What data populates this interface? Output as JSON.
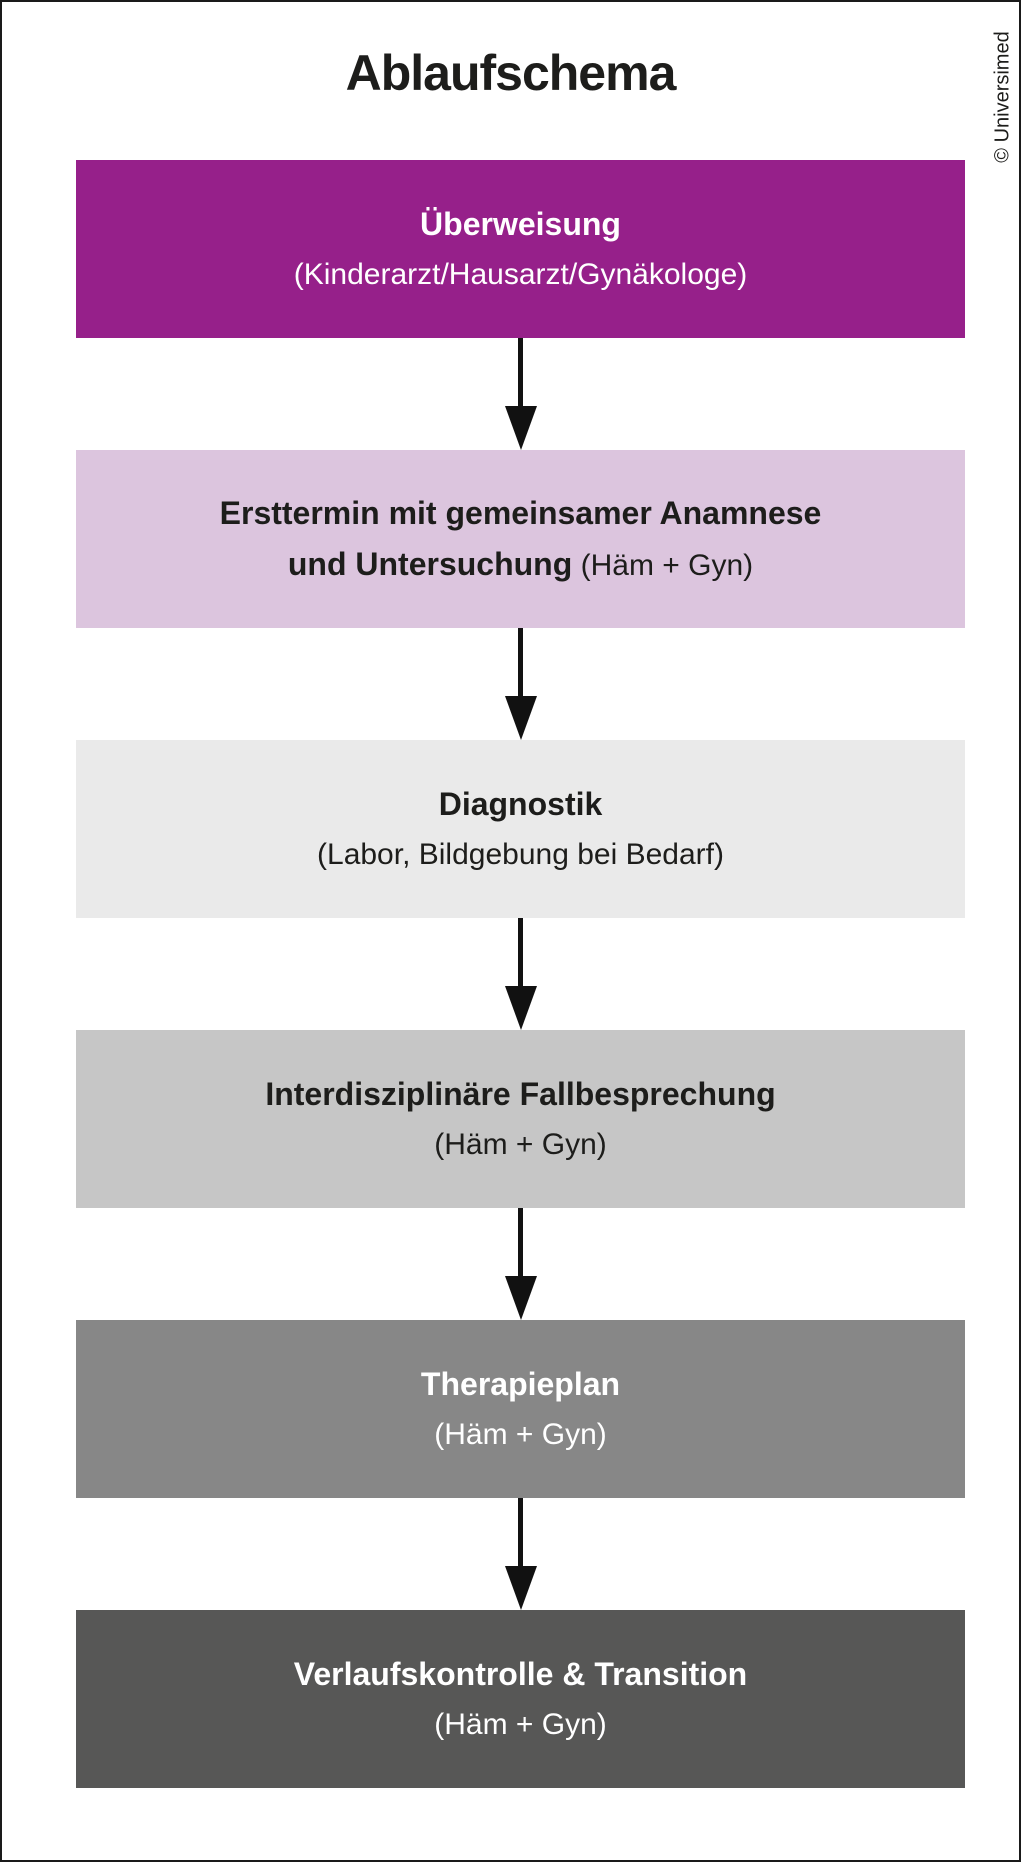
{
  "title": "Ablaufschema",
  "credit": "© Universimed",
  "colors": {
    "frame_border": "#1a1a1a",
    "title_text": "#1d1d1b",
    "arrow": "#111111",
    "brand_magenta": "#96208a"
  },
  "flow": {
    "steps": [
      {
        "id": "ueberweisung",
        "bg": "#96208a",
        "fg": "#ffffff",
        "lines": [
          [
            {
              "text": "Überweisung",
              "bold": true
            }
          ],
          [
            {
              "text": "(Kinderarzt/Hausarzt/Gynäkologe)",
              "bold": false
            }
          ]
        ]
      },
      {
        "id": "ersttermin",
        "bg": "#dcc5de",
        "fg": "#1d1d1b",
        "lines": [
          [
            {
              "text": "Ersttermin mit gemeinsamer Anamnese",
              "bold": true
            }
          ],
          [
            {
              "text": "und Untersuchung",
              "bold": true
            },
            {
              "text": "(Häm + Gyn)",
              "bold": false
            }
          ]
        ]
      },
      {
        "id": "diagnostik",
        "bg": "#eaeaea",
        "fg": "#1d1d1b",
        "lines": [
          [
            {
              "text": "Diagnostik",
              "bold": true
            }
          ],
          [
            {
              "text": "(Labor, Bildgebung bei Bedarf)",
              "bold": false
            }
          ]
        ]
      },
      {
        "id": "fallbesprechung",
        "bg": "#c6c6c6",
        "fg": "#1d1d1b",
        "lines": [
          [
            {
              "text": "Interdisziplinäre Fallbesprechung",
              "bold": true
            }
          ],
          [
            {
              "text": "(Häm + Gyn)",
              "bold": false
            }
          ]
        ]
      },
      {
        "id": "therapieplan",
        "bg": "#878787",
        "fg": "#ffffff",
        "lines": [
          [
            {
              "text": "Therapieplan",
              "bold": true
            }
          ],
          [
            {
              "text": "(Häm + Gyn)",
              "bold": false
            }
          ]
        ]
      },
      {
        "id": "verlaufskontrolle",
        "bg": "#575756",
        "fg": "#ffffff",
        "lines": [
          [
            {
              "text": "Verlaufskontrolle & Transition",
              "bold": true
            }
          ],
          [
            {
              "text": "(Häm + Gyn)",
              "bold": false
            }
          ]
        ]
      }
    ]
  }
}
